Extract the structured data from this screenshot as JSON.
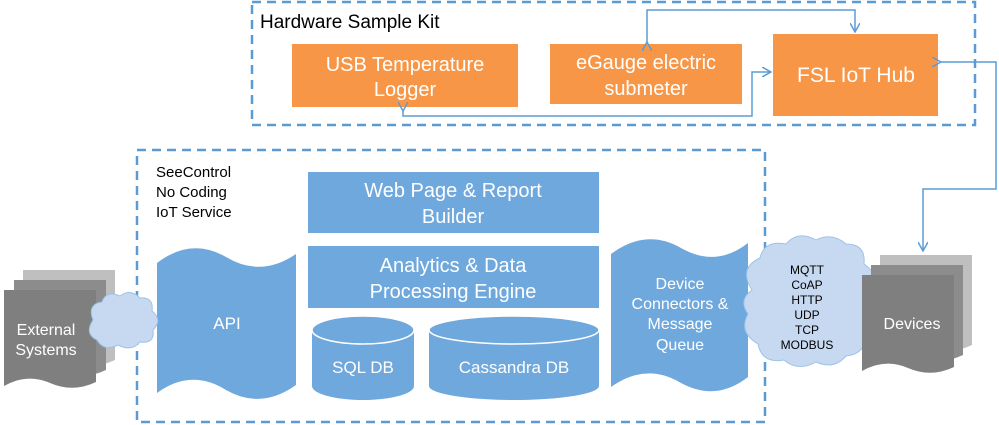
{
  "kit": {
    "title": "Hardware Sample Kit",
    "usb_logger": {
      "line1": "USB Temperature",
      "line2": "Logger"
    },
    "egauge": {
      "line1": "eGauge electric",
      "line2": "submeter"
    },
    "hub": "FSL IoT Hub"
  },
  "platform": {
    "title_line1": "SeeControl",
    "title_line2": "No Coding",
    "title_line3": "IoT Service",
    "web_page": {
      "line1": "Web Page & Report",
      "line2": "Builder"
    },
    "analytics": {
      "line1": "Analytics & Data",
      "line2": "Processing Engine"
    },
    "sql_db": "SQL DB",
    "cassandra_db": "Cassandra DB",
    "api": "API",
    "connectors": {
      "line1": "Device",
      "line2": "Connectors &",
      "line3": "Message",
      "line4": "Queue"
    }
  },
  "external": {
    "line1": "External",
    "line2": "Systems"
  },
  "devices": "Devices",
  "protocols": [
    "MQTT",
    "CoAP",
    "HTTP",
    "UDP",
    "TCP",
    "MODBUS"
  ],
  "colors": {
    "orange": "#F79646",
    "blue": "#6FA8DC",
    "dash": "#5B9BD5",
    "gray_dark": "#595959",
    "gray_mid": "#8C8C8C",
    "gray_light": "#BFBFBF",
    "cloud": "#C6D9F1",
    "arrow": "#5B9BD5"
  }
}
